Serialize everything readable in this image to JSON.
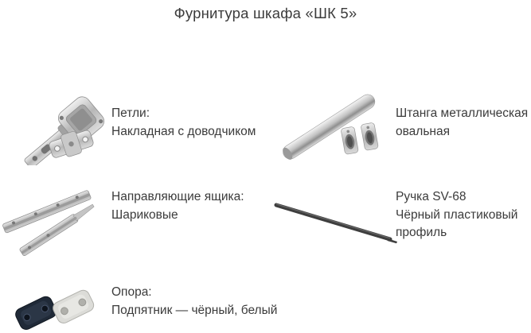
{
  "title": "Фурнитура шкафа «ШК 5»",
  "colors": {
    "background": "#ffffff",
    "text": "#3b3b3b",
    "metal": "#b9b9b9",
    "chrome_highlight": "#f2f2f2",
    "handle_black": "#3e3e3e",
    "pad_black": "#202a38",
    "pad_white": "#dcdcd8"
  },
  "items": [
    {
      "name": "hinges",
      "image": "hinge-photo",
      "text": "Петли:\nНакладная с доводчиком"
    },
    {
      "name": "rod",
      "image": "rod-photo",
      "text": "Штанга металлическая\nовальная"
    },
    {
      "name": "drawer-slides",
      "image": "drawer-slides-photo",
      "text": "Направляющие ящика:\nШариковые"
    },
    {
      "name": "handle",
      "image": "handle-photo",
      "text": "Ручка SV-68\nЧёрный пластиковый\nпрофиль"
    },
    {
      "name": "feet",
      "image": "feet-photo",
      "text": "Опора:\nПодпятник — чёрный, белый"
    }
  ]
}
